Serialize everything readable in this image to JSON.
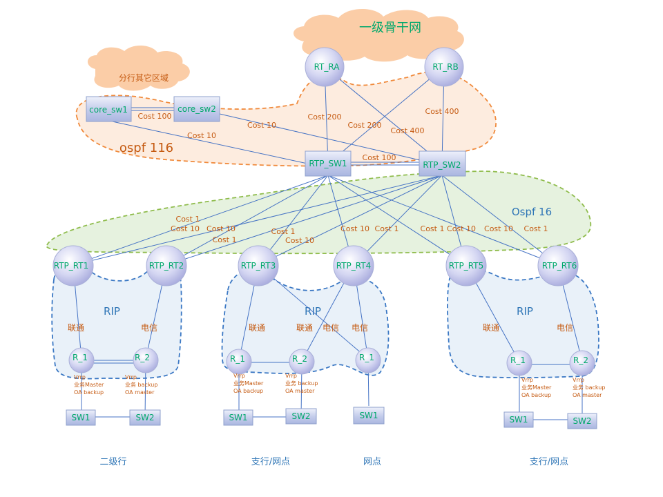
{
  "clouds": {
    "backbone": "一级骨干网",
    "branch_other": "分行其它区域"
  },
  "zones": {
    "ospf116": "ospf 116",
    "ospf16": "Ospf 16",
    "rip_left": "RIP",
    "rip_mid": "RIP",
    "rip_right": "RIP"
  },
  "nodes": {
    "rt_ra": "RT_RA",
    "rt_rb": "RT_RB",
    "core_sw1": "core_sw1",
    "core_sw2": "core_sw2",
    "rtp_sw1": "RTP_SW1",
    "rtp_sw2": "RTP_SW2",
    "rtp_rt1": "RTP_RT1",
    "rtp_rt2": "RTP_RT2",
    "rtp_rt3": "RTP_RT3",
    "rtp_rt4": "RTP_RT4",
    "rtp_rt5": "RTP_RT5",
    "rtp_rt6": "RTP_RT6",
    "g1_r1": "R_1",
    "g1_r2": "R_2",
    "g2_r1": "R_1",
    "g2_r2": "R_2",
    "g3_r1": "R_1",
    "g4_r1": "R_1",
    "g4_r2": "R_2",
    "g1_sw1": "SW1",
    "g1_sw2": "SW2",
    "g2_sw1": "SW1",
    "g2_sw2": "SW2",
    "g3_sw1": "SW1",
    "g4_sw1": "SW1",
    "g4_sw2": "SW2"
  },
  "costs": {
    "core_100": "Cost 100",
    "core_10": "Cost 10",
    "core2_10": "Cost 10",
    "ra_200": "Cost 200",
    "rb_200": "Cost 200",
    "ra_400": "Cost 400",
    "rb_400": "Cost 400",
    "sw_100": "Cost 100",
    "rt1_1": "Cost 1",
    "rt1_10": "Cost 10",
    "rt2_10": "Cost 10",
    "rt2_1": "Cost 1",
    "rt3_1": "Cost 1",
    "rt3_10": "Cost 10",
    "rt4_10": "Cost 10",
    "rt4_1": "Cost 1",
    "rt5_1": "Cost 1",
    "rt5_10": "Cost 10",
    "rt6_10": "Cost 10",
    "rt6_1": "Cost 1"
  },
  "isp": {
    "g1_unicom": "联通",
    "g1_telecom": "电信",
    "g2_unicom": "联通",
    "g2_unicom2": "联通",
    "g2_telecom": "电信",
    "g3_telecom": "电信",
    "g4_unicom": "联通",
    "g4_telecom": "电信"
  },
  "notes": {
    "master": [
      "Vrrp",
      "业务Master",
      "OA backup"
    ],
    "backup": [
      "Vrrp",
      "业务 backup",
      "OA master"
    ]
  },
  "bottom_labels": {
    "g1": "二级行",
    "g2": "支行/网点",
    "g3": "网点",
    "g4": "支行/网点"
  }
}
